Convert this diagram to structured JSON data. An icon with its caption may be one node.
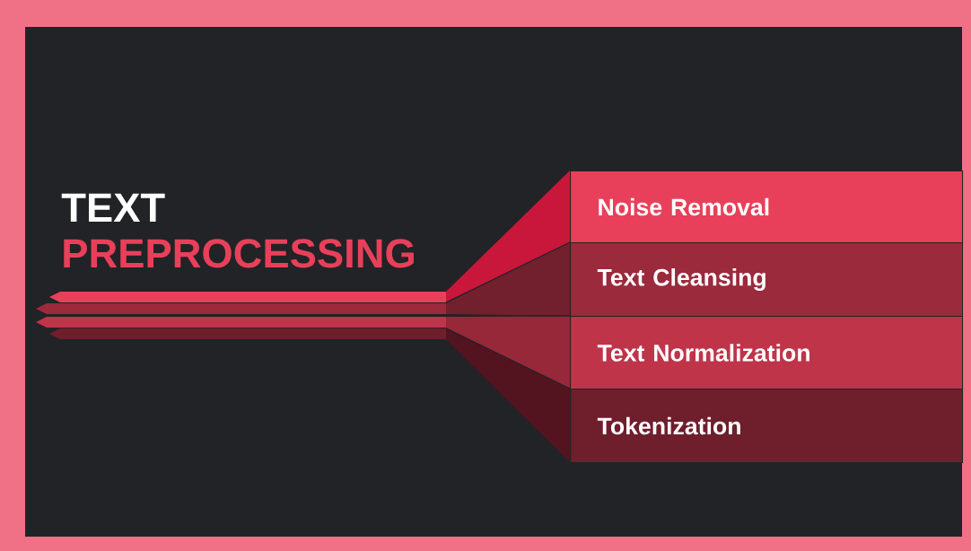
{
  "diagram": {
    "nodes": [
      {
        "text": [
          "Noise Removal"
        ]
      },
      {
        "text": [
          "Text Cleansing"
        ]
      },
      {
        "text": [
          "Text Normalization"
        ]
      },
      {
        "text": [
          "Tokenization"
        ]
      }
    ],
    "labels": [
      "TEXT",
      "PREPROCESSING"
    ]
  }
}
